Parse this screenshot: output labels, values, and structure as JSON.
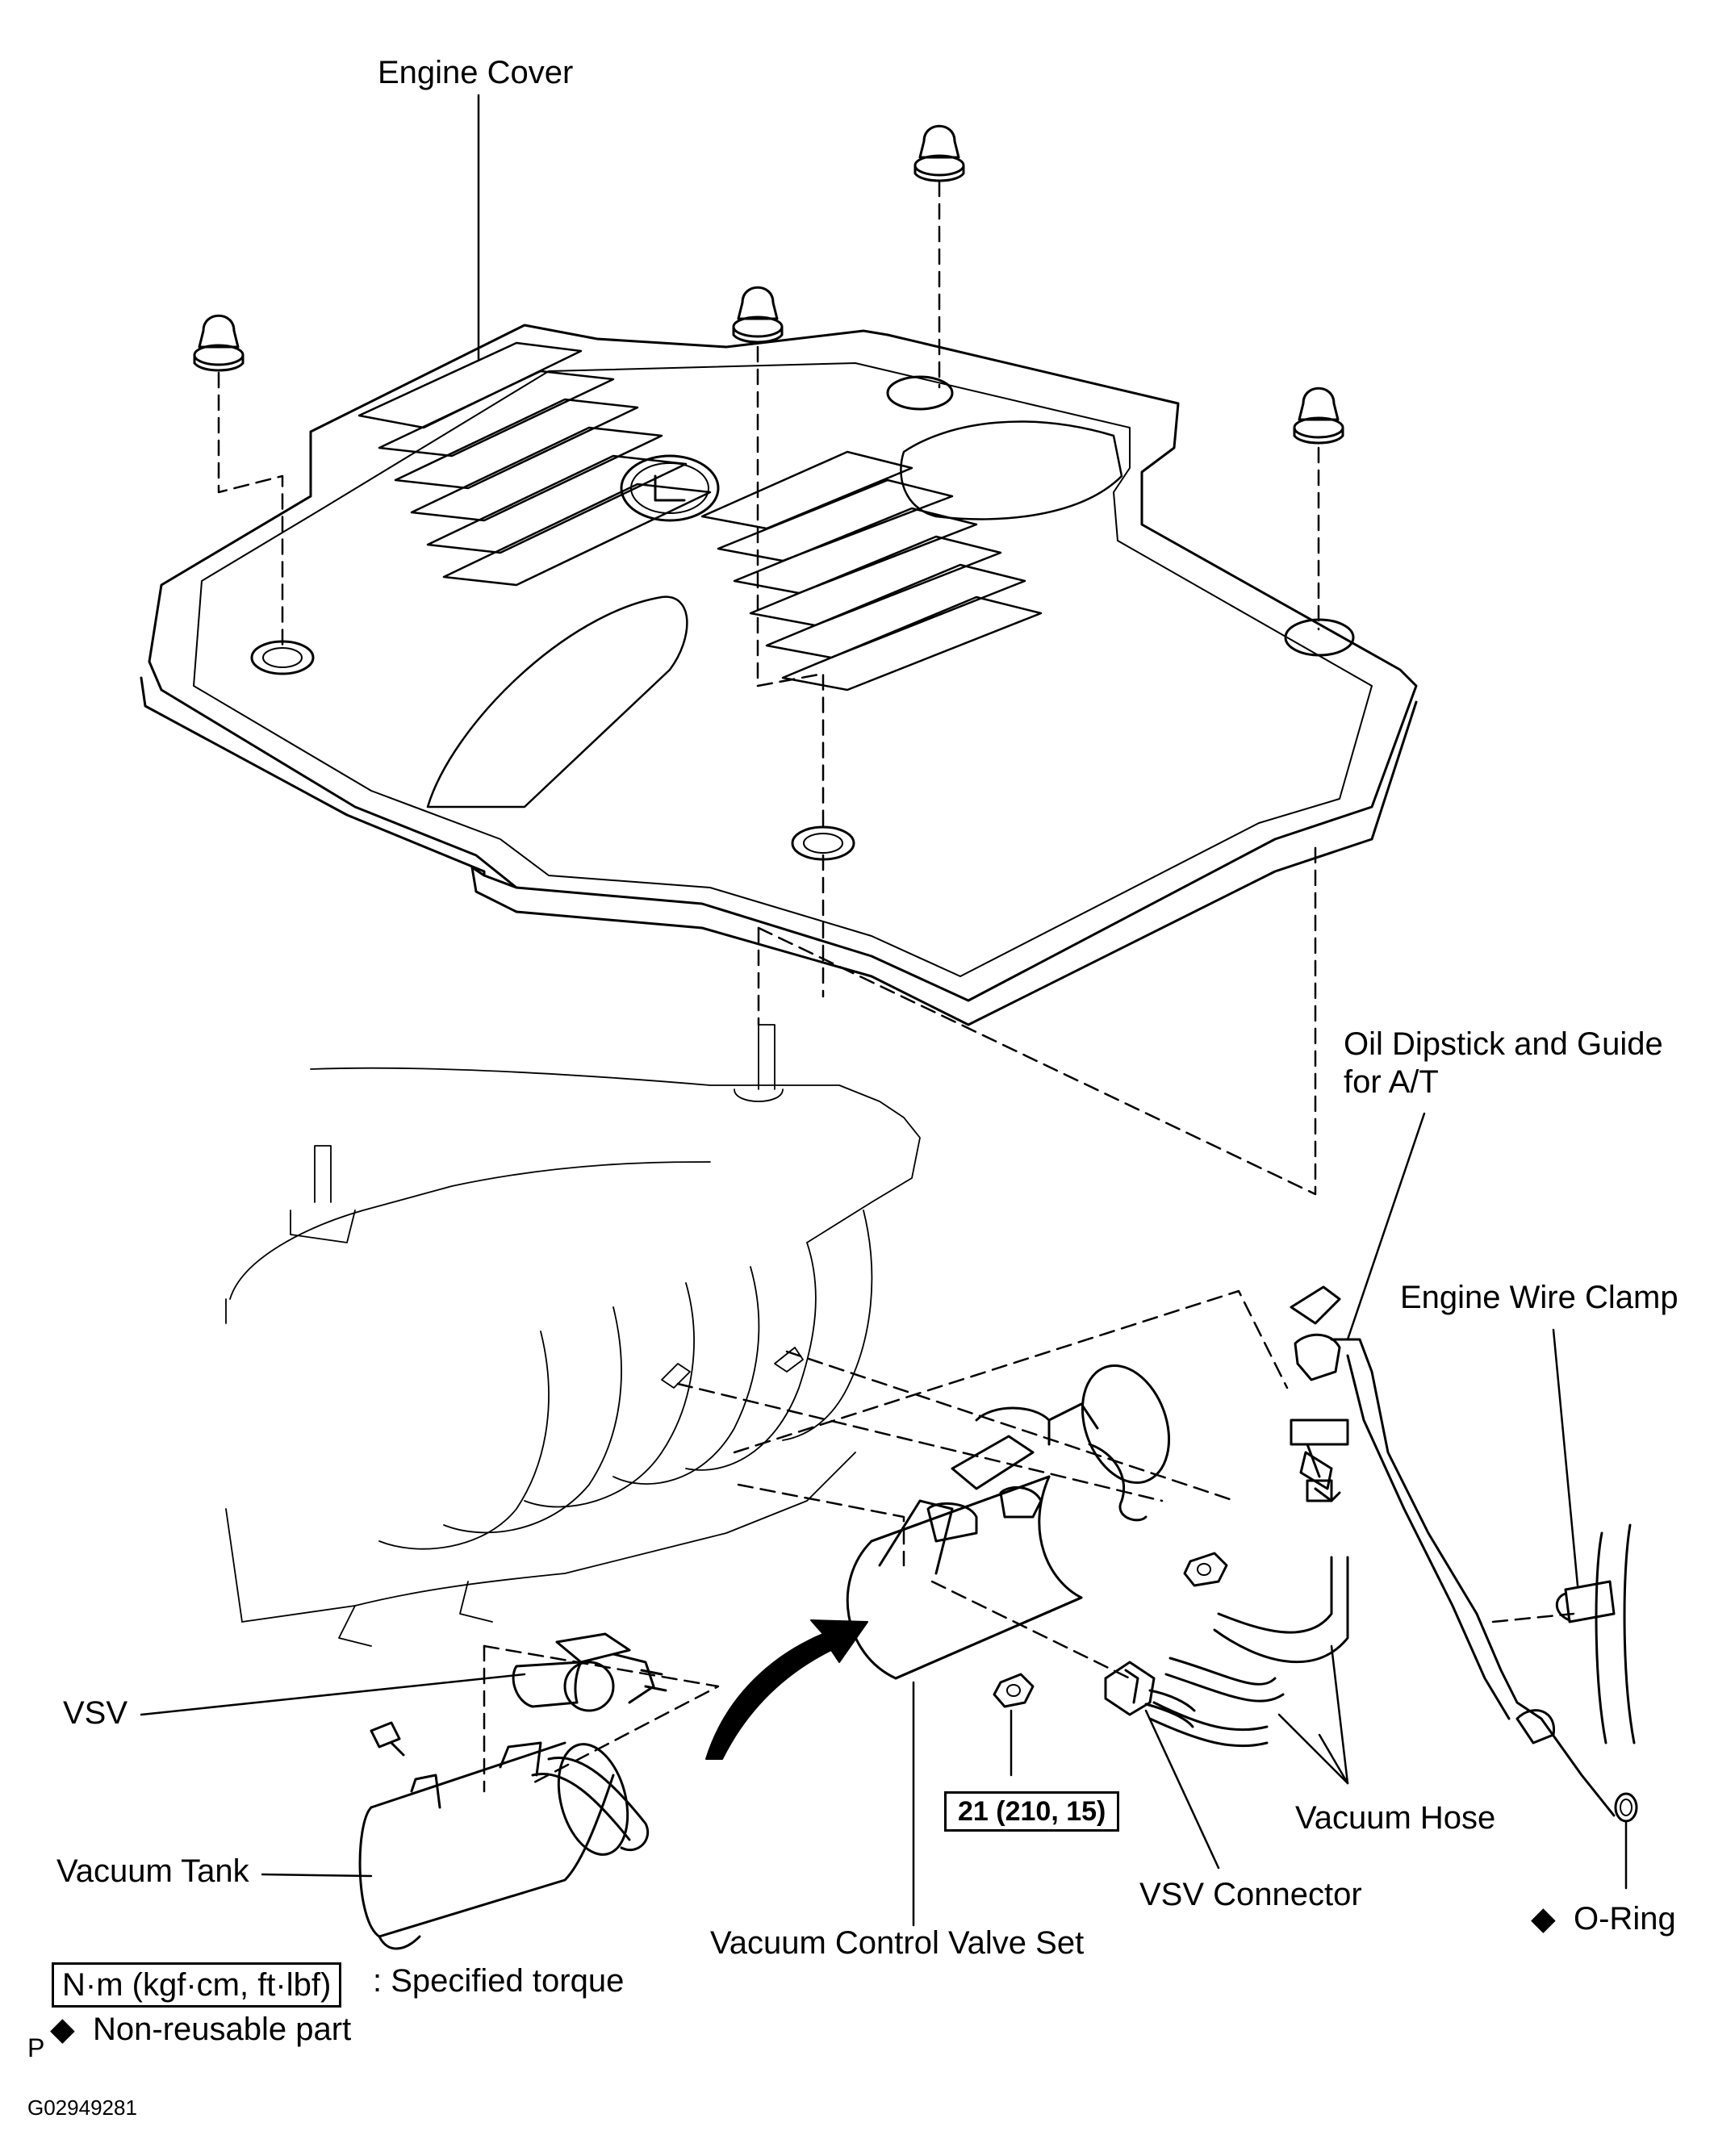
{
  "labels": {
    "engine_cover": "Engine Cover",
    "oil_dipstick": "Oil Dipstick and Guide",
    "oil_dipstick_line2": "for A/T",
    "engine_wire_clamp": "Engine Wire Clamp",
    "vsv": "VSV",
    "vacuum_tank": "Vacuum Tank",
    "vacuum_control_valve_set": "Vacuum Control Valve Set",
    "vsv_connector": "VSV Connector",
    "vacuum_hose": "Vacuum Hose",
    "o_ring": "O-Ring"
  },
  "torque": {
    "value": "21 (210, 15)"
  },
  "legend": {
    "torque_unit": "N·m (kgf·cm, ft·lbf)",
    "torque_desc": ": Specified torque",
    "non_reusable_symbol": "◆",
    "non_reusable_desc": "Non-reusable part",
    "p_mark": "P"
  },
  "figure_code": "G02949281"
}
